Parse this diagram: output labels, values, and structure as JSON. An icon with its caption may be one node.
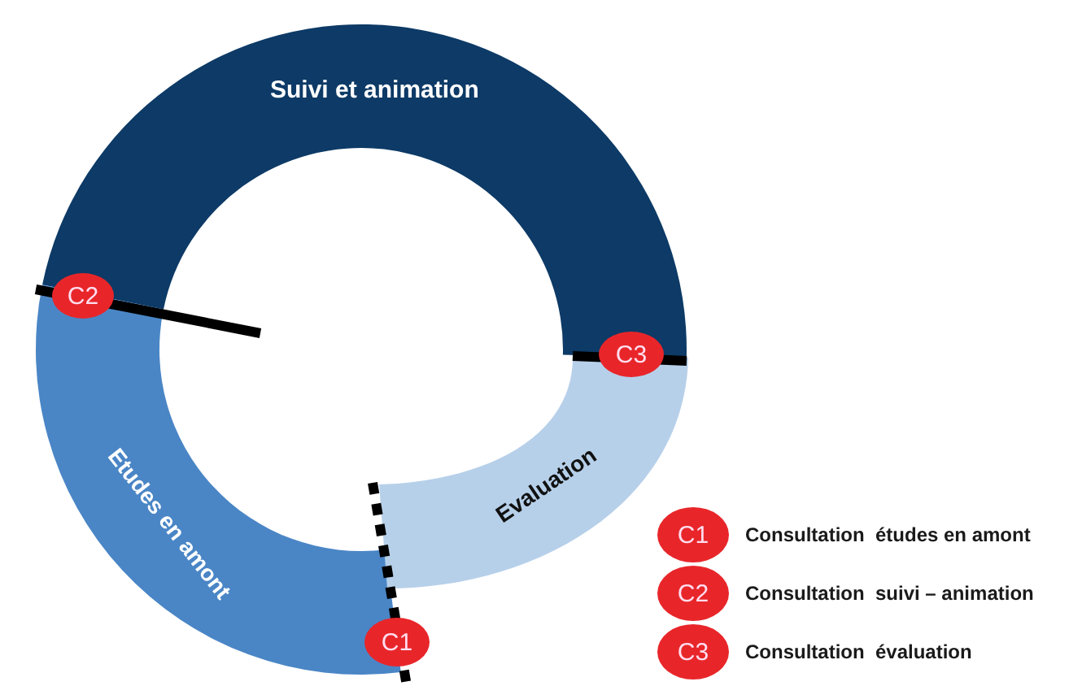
{
  "diagram": {
    "nodes": [
      {
        "text": [
          "Suivi et animation"
        ]
      },
      {
        "text": [
          "Etudes en amont"
        ]
      },
      {
        "text": [
          "Evaluation"
        ]
      },
      {
        "text": [
          "C2"
        ]
      },
      {
        "text": [
          "C3"
        ]
      },
      {
        "text": [
          "C1"
        ]
      }
    ],
    "edges": [],
    "labels": [
      "C1",
      "C2",
      "C3"
    ],
    "legend": [
      {
        "text": "Consultation  études en amont"
      },
      {
        "text": "Consultation  suivi – animation"
      },
      {
        "text": "Consultation  évaluation"
      }
    ]
  }
}
